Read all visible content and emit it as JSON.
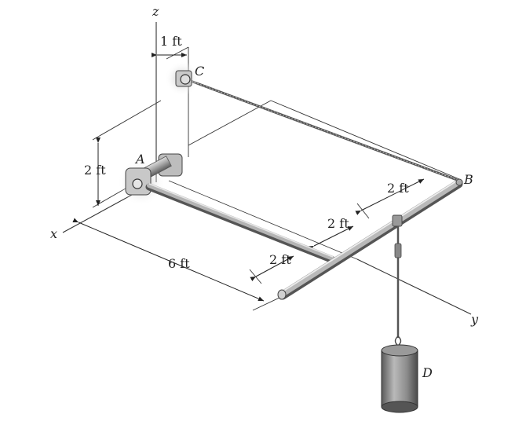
{
  "axes": {
    "x": "x",
    "y": "y",
    "z": "z"
  },
  "points": {
    "A": "A",
    "B": "B",
    "C": "C",
    "D": "D"
  },
  "dimensions": {
    "top_offset": "1 ft",
    "height": "2 ft",
    "length": "6 ft",
    "seg_near": "2 ft",
    "seg_mid": "2 ft",
    "seg_far": "2 ft"
  }
}
